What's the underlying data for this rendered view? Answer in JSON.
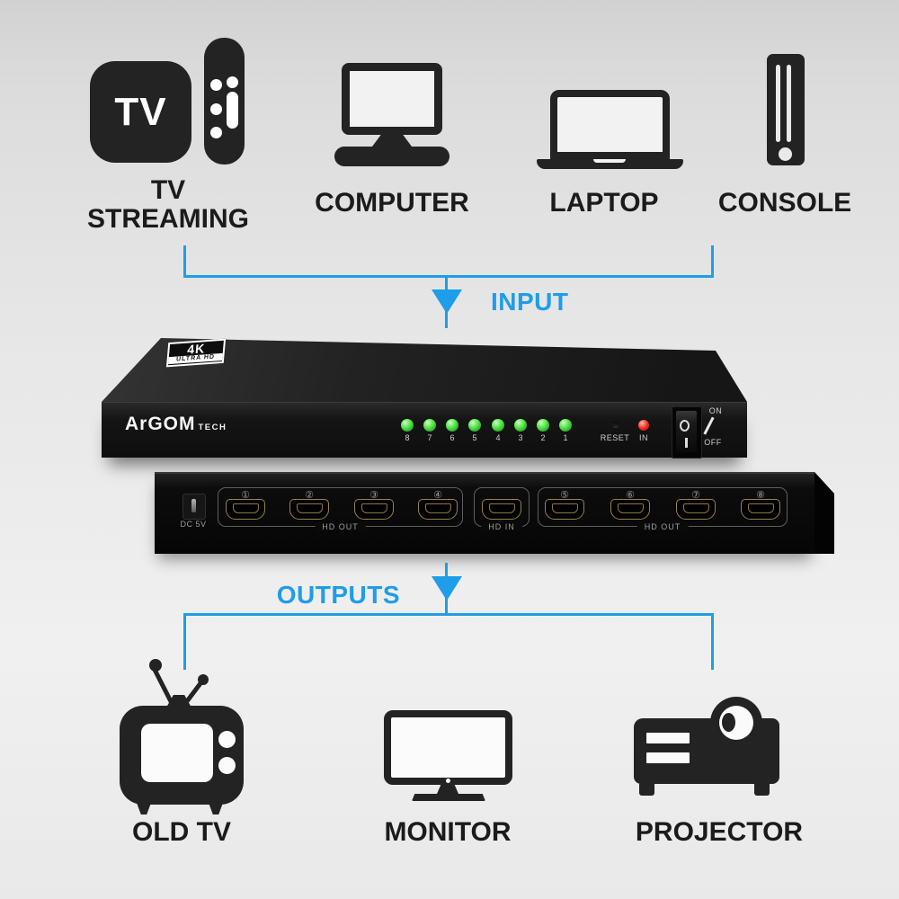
{
  "colors": {
    "accent_blue": "#1e9de9",
    "icon_black": "#232323",
    "led_green": "#46d83e",
    "led_red": "#e8281c",
    "device_black": "#141414"
  },
  "input_section": {
    "flow_label": "INPUT",
    "items": [
      {
        "name": "tv-streaming",
        "lines": [
          "TV",
          "STREAMING"
        ],
        "box_text": "TV"
      },
      {
        "name": "computer",
        "label": "COMPUTER"
      },
      {
        "name": "laptop",
        "label": "LAPTOP"
      },
      {
        "name": "console",
        "label": "CONSOLE"
      }
    ]
  },
  "device": {
    "badge": {
      "top": "4K",
      "bottom": "ULTRA HD"
    },
    "brand": {
      "name": "ArGOM",
      "suffix": "TECH"
    },
    "front_panel": {
      "led_numbers": [
        "8",
        "7",
        "6",
        "5",
        "4",
        "3",
        "2",
        "1"
      ],
      "reset_label": "RESET",
      "input_led_label": "IN",
      "power_switch": {
        "on": "ON",
        "off": "OFF"
      }
    },
    "rear_panel": {
      "dc_label": "DC 5V",
      "groups": [
        {
          "label": "HD OUT",
          "port_numbers": [
            "①",
            "②",
            "③",
            "④"
          ]
        },
        {
          "label": "HD IN",
          "port_numbers": []
        },
        {
          "label": "HD OUT",
          "port_numbers": [
            "⑤",
            "⑥",
            "⑦",
            "⑧"
          ]
        }
      ]
    }
  },
  "output_section": {
    "flow_label": "OUTPUTS",
    "items": [
      {
        "name": "old-tv",
        "label": "OLD TV"
      },
      {
        "name": "monitor",
        "label": "MONITOR"
      },
      {
        "name": "projector",
        "label": "PROJECTOR"
      }
    ]
  }
}
